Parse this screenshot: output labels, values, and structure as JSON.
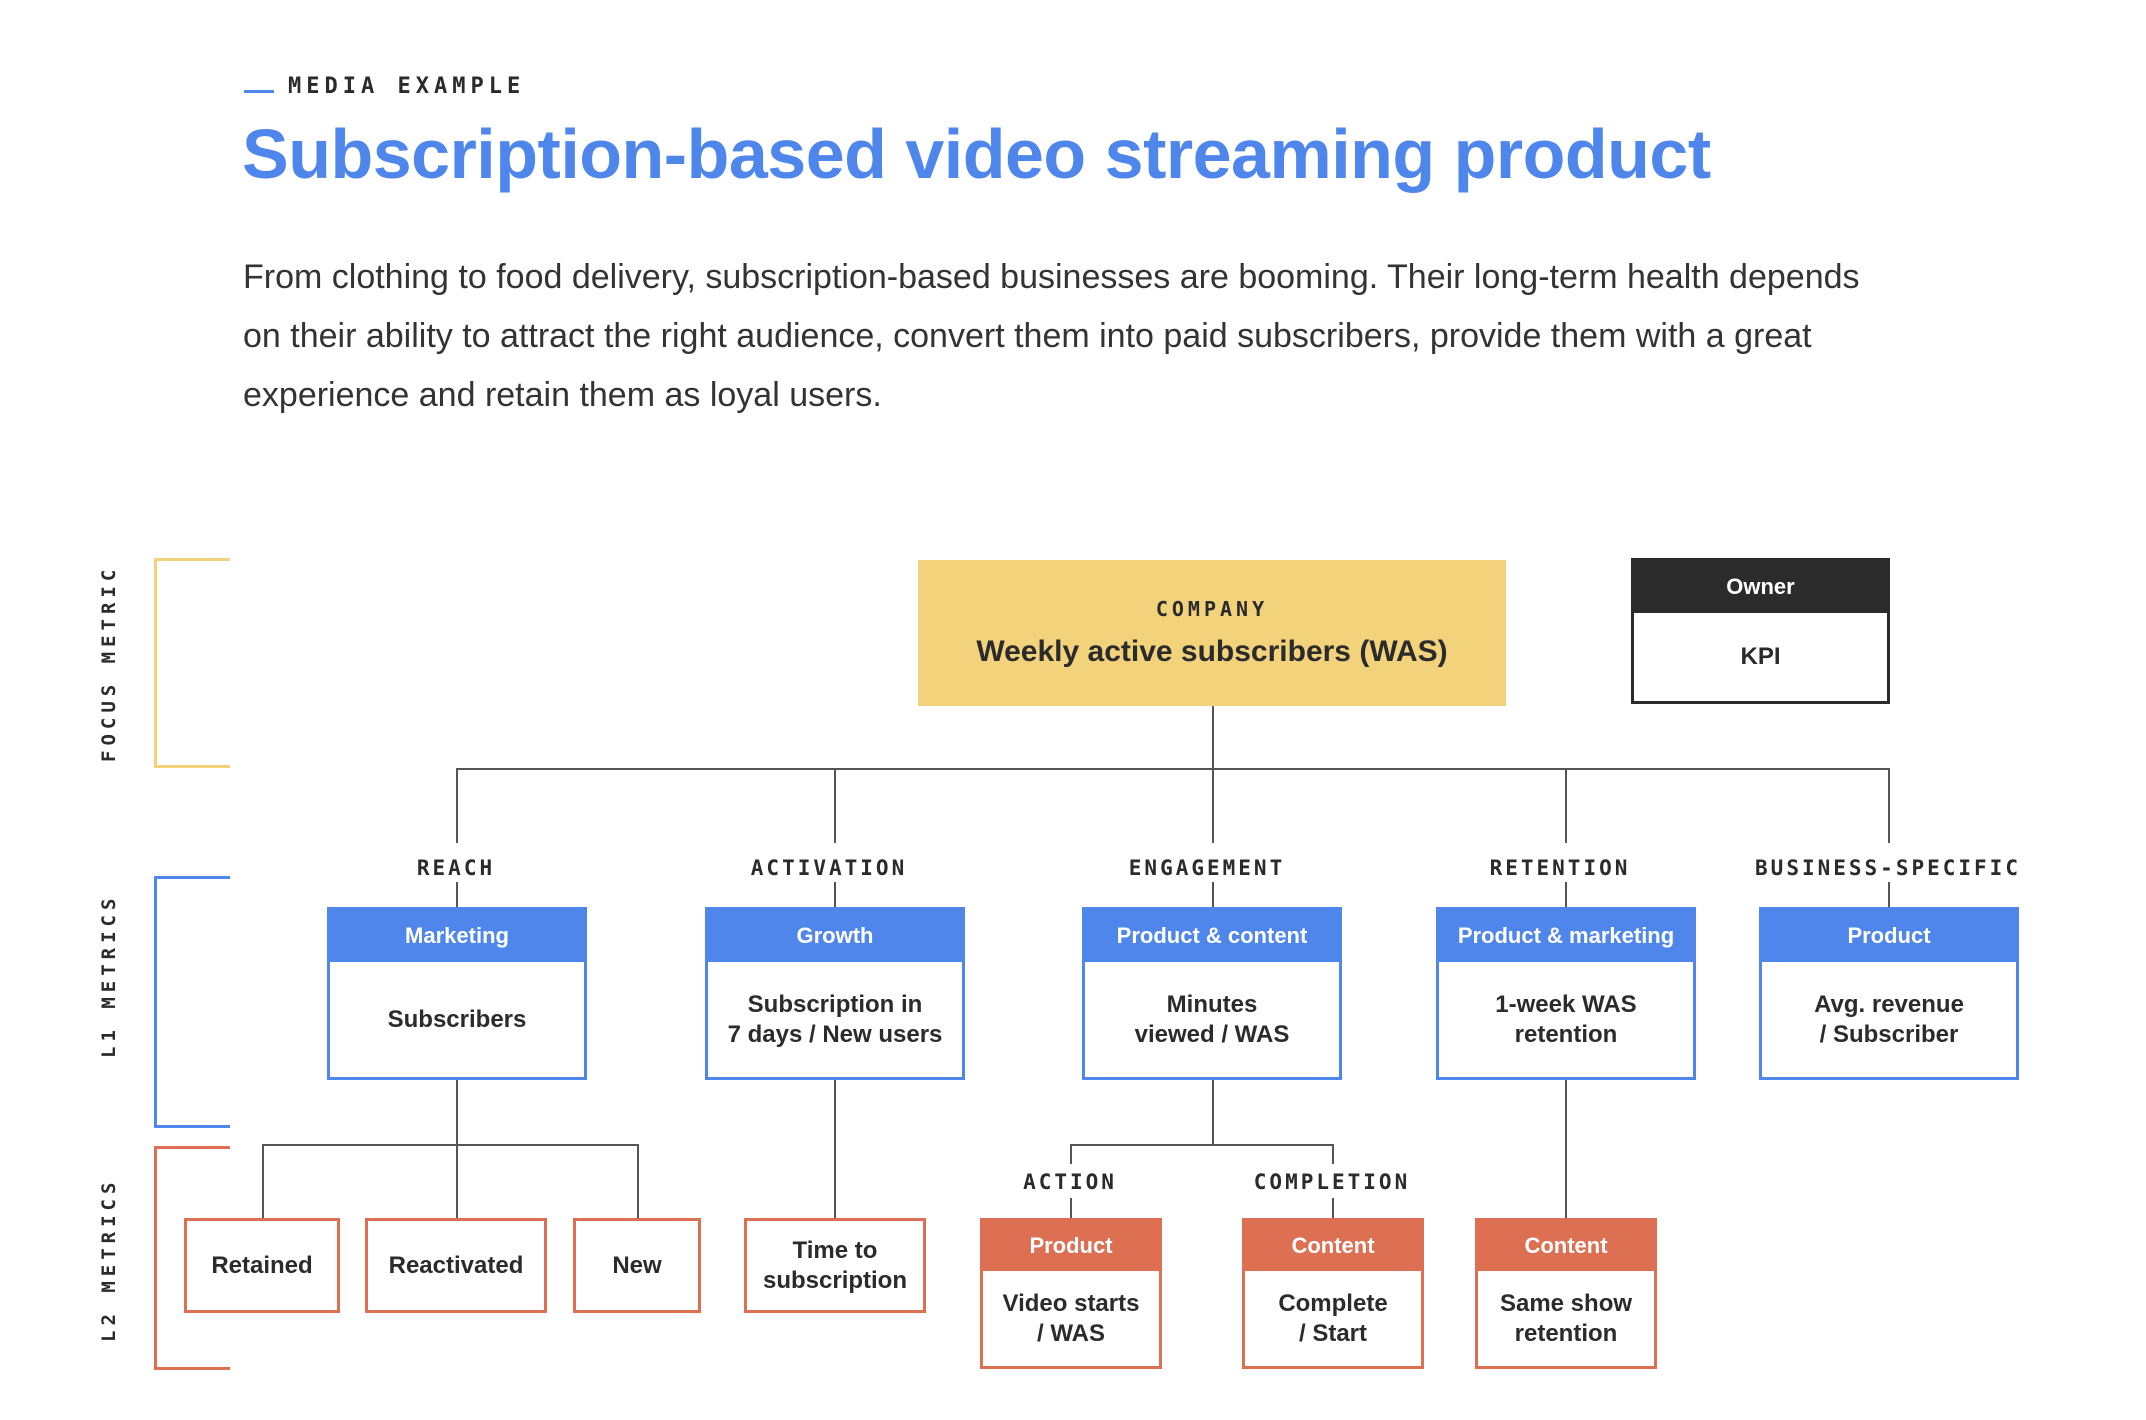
{
  "header": {
    "eyebrow": "MEDIA EXAMPLE",
    "title": "Subscription-based video streaming product",
    "intro": "From clothing to food delivery, subscription-based businesses are booming. Their long-term health depends on their ability to attract the right audience, convert them into paid subscribers, provide them with a great experience and retain them as loyal users."
  },
  "side_labels": {
    "focus": "FOCUS METRIC",
    "l1": "L1 METRICS",
    "l2": "L2 METRICS"
  },
  "company": {
    "kicker": "COMPANY",
    "metric": "Weekly active subscribers (WAS)"
  },
  "legend": {
    "owner": "Owner",
    "kpi": "KPI"
  },
  "l1": [
    {
      "stage": "REACH",
      "owner": "Marketing",
      "kpi": "Subscribers"
    },
    {
      "stage": "ACTIVATION",
      "owner": "Growth",
      "kpi": "Subscription in\n7 days / New users"
    },
    {
      "stage": "ENGAGEMENT",
      "owner": "Product & content",
      "kpi": "Minutes\nviewed / WAS"
    },
    {
      "stage": "RETENTION",
      "owner": "Product & marketing",
      "kpi": "1-week WAS\nretention"
    },
    {
      "stage": "BUSINESS-SPECIFIC",
      "owner": "Product",
      "kpi": "Avg. revenue\n/ Subscriber"
    }
  ],
  "l2_reach": [
    "Retained",
    "Reactivated",
    "New"
  ],
  "l2_activation": "Time to\nsubscription",
  "l2_engagement": [
    {
      "stage": "ACTION",
      "owner": "Product",
      "kpi": "Video starts\n/ WAS"
    },
    {
      "stage": "COMPLETION",
      "owner": "Content",
      "kpi": "Complete\n/ Start"
    }
  ],
  "l2_retention": {
    "owner": "Content",
    "kpi": "Same show\nretention"
  },
  "colors": {
    "blue": "#4f86ec",
    "yellow": "#f2d27b",
    "orange": "#dd6f52",
    "dark": "#2b2b2b"
  }
}
